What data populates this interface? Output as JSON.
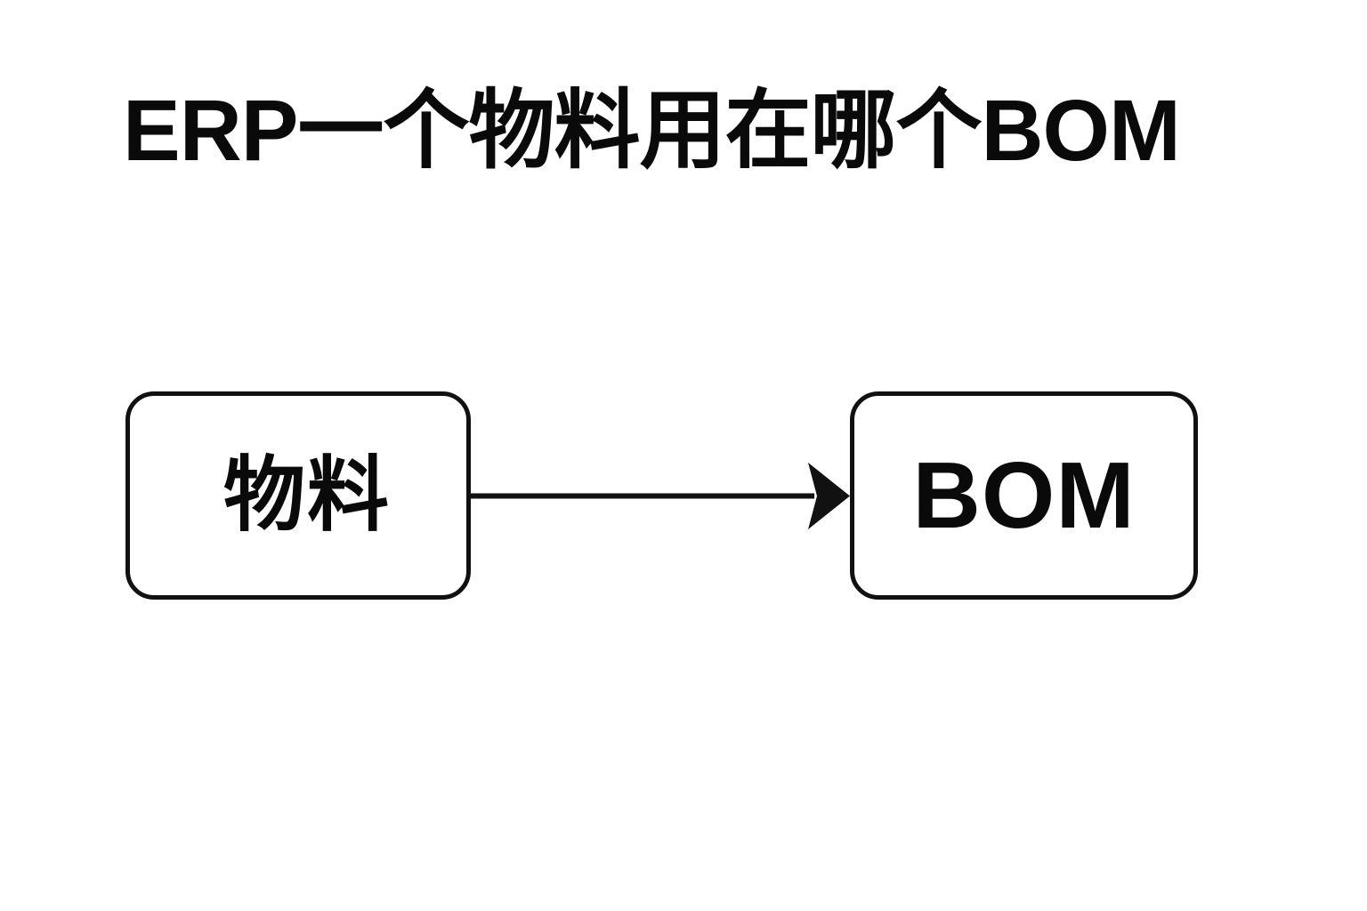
{
  "page": {
    "background_color": "#ffffff",
    "ink_color": "#0a0a0a"
  },
  "title": {
    "text": "ERP一个物料用在哪个BOM"
  },
  "diagram": {
    "type": "flowchart",
    "orientation": "left-to-right",
    "nodes": [
      {
        "id": "material",
        "label": "物料",
        "shape": "rounded-rectangle",
        "fill": "#ffffff",
        "stroke": "#111111"
      },
      {
        "id": "bom",
        "label": "BOM",
        "shape": "rounded-rectangle",
        "fill": "#ffffff",
        "stroke": "#111111"
      }
    ],
    "edges": [
      {
        "id": "material-to-bom",
        "from": "material",
        "to": "bom",
        "label": "",
        "style": "solid",
        "arrowhead": "filled-triangle",
        "color": "#111111"
      }
    ]
  }
}
